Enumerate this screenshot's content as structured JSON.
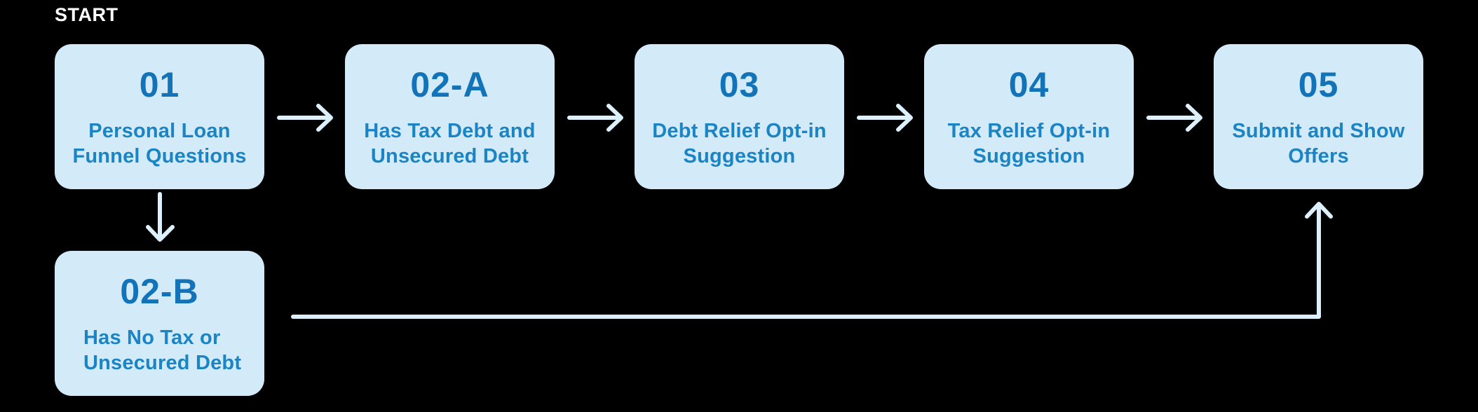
{
  "flow": {
    "start_label": "START",
    "nodes": [
      {
        "id": "01",
        "number": "01",
        "label": "Personal Loan\nFunnel Questions"
      },
      {
        "id": "02-A",
        "number": "02-A",
        "label": "Has Tax Debt and\nUnsecured Debt"
      },
      {
        "id": "03",
        "number": "03",
        "label": "Debt Relief Opt-in\nSuggestion"
      },
      {
        "id": "04",
        "number": "04",
        "label": "Tax Relief Opt-in\nSuggestion"
      },
      {
        "id": "05",
        "number": "05",
        "label": "Submit and Show\nOffers"
      },
      {
        "id": "02-B",
        "number": "02-B",
        "label": "Has No Tax or\nUnsecured Debt"
      }
    ],
    "connectors": [
      {
        "from": "01",
        "to": "02-A",
        "type": "arrow-right"
      },
      {
        "from": "02-A",
        "to": "03",
        "type": "arrow-right"
      },
      {
        "from": "03",
        "to": "04",
        "type": "arrow-right"
      },
      {
        "from": "04",
        "to": "05",
        "type": "arrow-right"
      },
      {
        "from": "01",
        "to": "02-B",
        "type": "arrow-down"
      },
      {
        "from": "02-B",
        "to": "05",
        "type": "elbow-arrow-up"
      }
    ]
  },
  "colors": {
    "background": "#000000",
    "node_fill": "#D3EAF9",
    "node_number_text": "#1273B9",
    "node_label_text": "#1A84C4",
    "connector": "#DCF0FE",
    "start_text": "#FFFFFF"
  }
}
